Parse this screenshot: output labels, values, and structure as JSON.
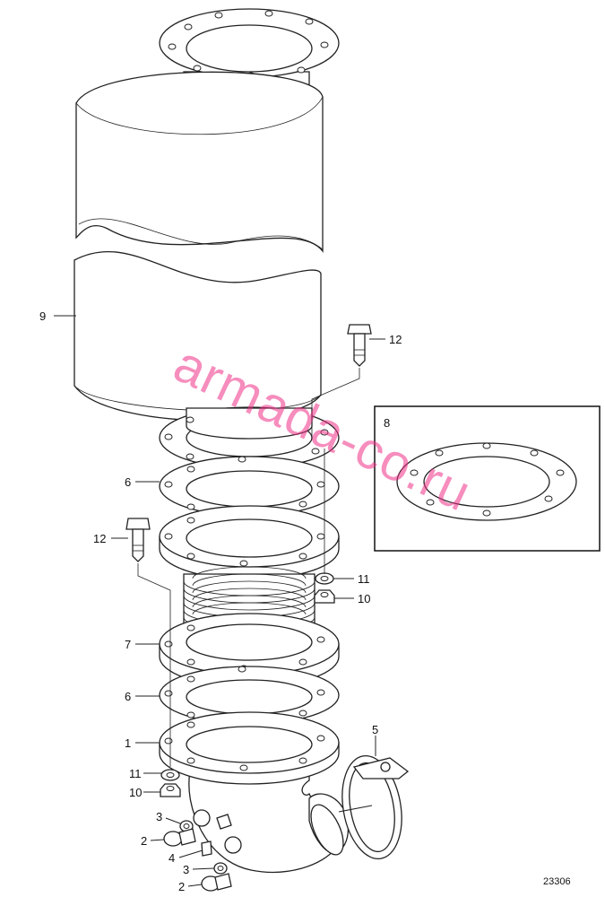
{
  "figure_number": "23306",
  "watermark": "armada-co.ru",
  "callouts": {
    "silencer": "9",
    "flange_washer_upper": "6",
    "bolt_upper": "12",
    "bolt_lower": "12",
    "gasket_flange": "8",
    "washer_right": "11",
    "nut_right": "10",
    "bellows_flange": "7",
    "flange_washer_lower": "6",
    "elbow_flange": "1",
    "washer_left": "11",
    "nut_left": "10",
    "clamp": "5",
    "seal_upper": "3",
    "plug_upper": "2",
    "nipple": "4",
    "seal_lower": "3",
    "plug_lower": "2"
  }
}
